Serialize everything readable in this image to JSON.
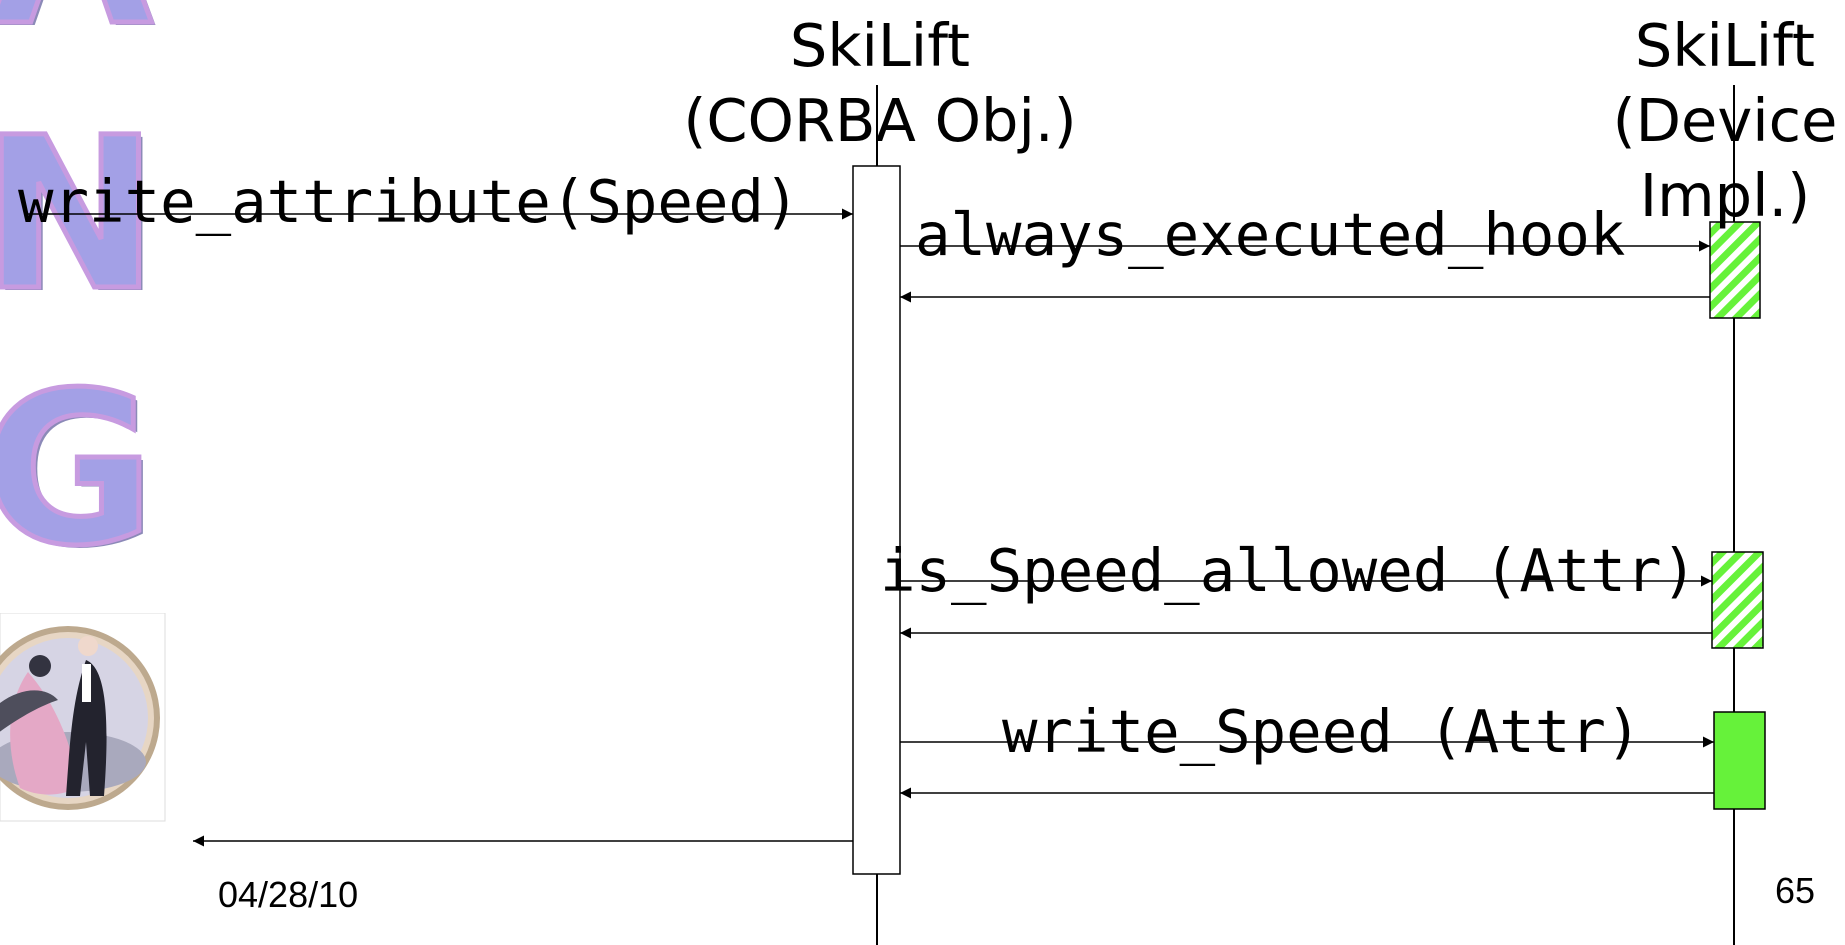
{
  "branding": {
    "letters": [
      "A",
      "N",
      "G"
    ],
    "colors": {
      "fill": "#a3a0e6",
      "outline": "#c79be0"
    }
  },
  "lifelines": {
    "corba": {
      "title_line1": "SkiLift",
      "title_line2": "(CORBA Obj.)"
    },
    "device": {
      "title_line1": "SkiLift",
      "title_line2": "(Device",
      "title_line3": "Impl.)"
    }
  },
  "messages": {
    "write_attribute": "write_attribute(Speed)",
    "always_executed_hook": "always_executed_hook",
    "is_allowed": "is_Speed_allowed (Attr)",
    "write_speed": "write_Speed (Attr)"
  },
  "colors": {
    "activation_green": "#66f23a",
    "hatch_white": "#ffffff",
    "line": "#000000"
  },
  "footer": {
    "date": "04/28/10",
    "page_number": "65"
  }
}
